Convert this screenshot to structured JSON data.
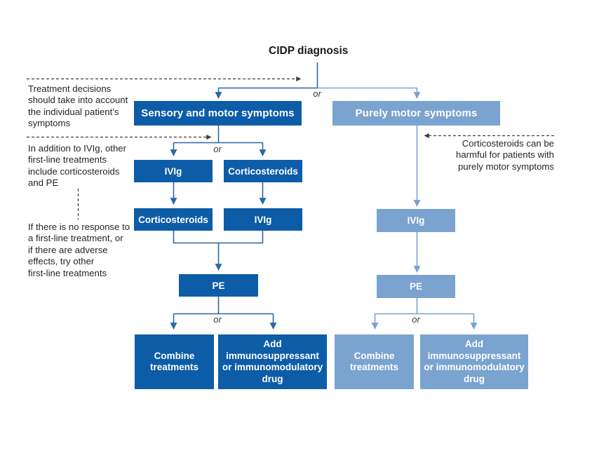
{
  "palette": {
    "dark_blue": "#0d5ca8",
    "light_blue": "#7aa3d0",
    "dark_line": "#2b67a4",
    "light_line": "#78a2cf",
    "annotation_text": "#262626",
    "dashed_line": "#3c3c3c"
  },
  "title": "CIDP diagnosis",
  "or_labels": {
    "top": "or",
    "left_split": "or",
    "left_bottom": "or",
    "right_bottom": "or"
  },
  "left_branch": {
    "header": "Sensory and motor symptoms",
    "first_try": {
      "left": "IVIg",
      "right": "Corticosteroids"
    },
    "second_try": {
      "left": "Corticosteroids",
      "right": "IVIg"
    },
    "pe": "PE",
    "combine": [
      "Combine",
      "treatments"
    ],
    "add": [
      "Add",
      "immunosuppressant",
      "or immunomodulatory",
      "drug"
    ]
  },
  "right_branch": {
    "header": "Purely motor symptoms",
    "ivig": "IVIg",
    "pe": "PE",
    "combine": [
      "Combine",
      "treatments"
    ],
    "add": [
      "Add",
      "immunosuppressant",
      "or immunomodulatory",
      "drug"
    ]
  },
  "annotations": {
    "treatment_decisions": [
      "Treatment decisions",
      "should take into account",
      "the individual patient’s",
      "symptoms"
    ],
    "first_line_options": [
      "In addition to IVIg, other",
      "first-line treatments",
      "include corticosteroids",
      "and PE"
    ],
    "no_response": [
      "If there is no response to",
      "a first-line treatment, or",
      "if there are adverse",
      "effects, try other",
      "first-line treatments"
    ],
    "corticosteroids_warning": [
      "Corticosteroids can be",
      "harmful for patients with",
      "purely motor symptoms"
    ]
  }
}
